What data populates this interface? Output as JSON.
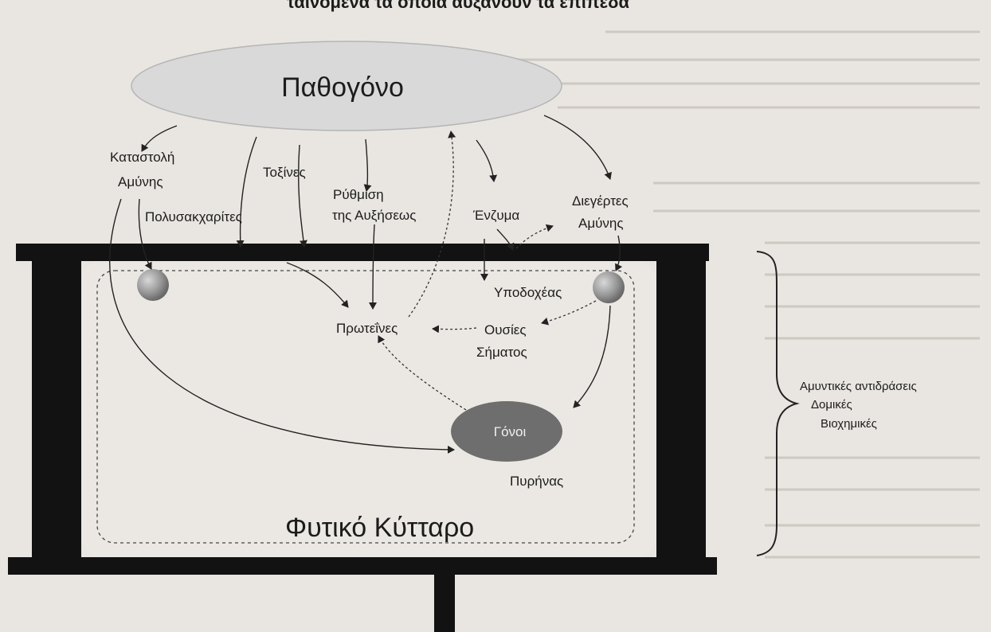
{
  "diagram": {
    "top_header_fragment": "ταινόμενα τα οποία αυξάνουν τα επίπεδα",
    "pathogen": "Παθογόνο",
    "labels": {
      "suppression_line1": "Καταστολή",
      "suppression_line2": "Αμύνης",
      "toxins": "Τοξίνες",
      "polysaccharides": "Πολυσακχαρίτες",
      "growth_reg_line1": "Ρύθμιση",
      "growth_reg_line2": "της Αυξήσεως",
      "enzymes": "Ένζυμα",
      "defense_elicitors_line1": "Διεγέρτες",
      "defense_elicitors_line2": "Αμύνης",
      "receptor": "Υποδοχέας",
      "proteins": "Πρωτεΐνες",
      "signal_line1": "Ουσίες",
      "signal_line2": "Σήματος",
      "genes": "Γόνοι",
      "nucleus": "Πυρήνας",
      "plant_cell": "Φυτικό Κύτταρο"
    },
    "defense_responses": {
      "line1": "Αμυντικές αντιδράσεις",
      "line2": "Δομικές",
      "line3": "Βιοχημικές"
    }
  }
}
